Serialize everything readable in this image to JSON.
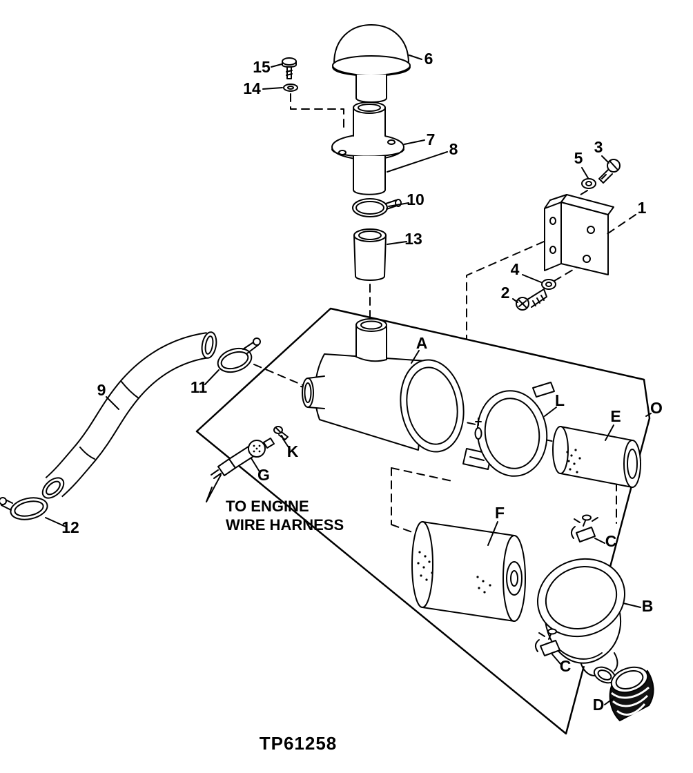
{
  "diagram": {
    "code": "TP61258",
    "note": {
      "line1": "TO ENGINE",
      "line2": "WIRE HARNESS"
    },
    "callouts": {
      "1": "1",
      "2": "2",
      "3": "3",
      "4": "4",
      "5": "5",
      "6": "6",
      "7": "7",
      "8": "8",
      "9": "9",
      "10": "10",
      "11": "11",
      "12": "12",
      "13": "13",
      "14": "14",
      "15": "15",
      "A": "A",
      "B": "B",
      "C": "C",
      "D": "D",
      "E": "E",
      "F": "F",
      "G": "G",
      "K": "K",
      "L": "L",
      "O": "O"
    }
  }
}
